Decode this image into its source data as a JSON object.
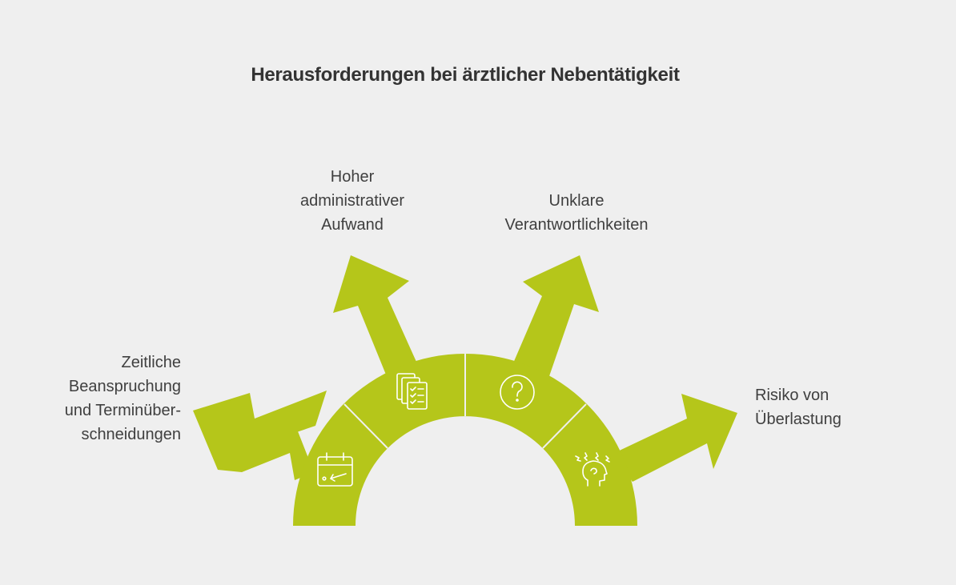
{
  "title": "Herausforderungen bei ärztlicher Nebentätigkeit",
  "accent_color": "#b5c61a",
  "background_color": "#efefef",
  "items": [
    {
      "lines": [
        "Zeitliche",
        "Beanspruchung",
        "und Terminüber-",
        "schneidungen"
      ],
      "icon": "calendar-icon"
    },
    {
      "lines": [
        "Hoher",
        "administrativer",
        "Aufwand"
      ],
      "icon": "documents-checklist-icon"
    },
    {
      "lines": [
        "Unklare",
        "Verantwortlichkeiten"
      ],
      "icon": "question-circle-icon"
    },
    {
      "lines": [
        "Risiko von",
        "Überlastung"
      ],
      "icon": "stressed-head-icon"
    }
  ]
}
